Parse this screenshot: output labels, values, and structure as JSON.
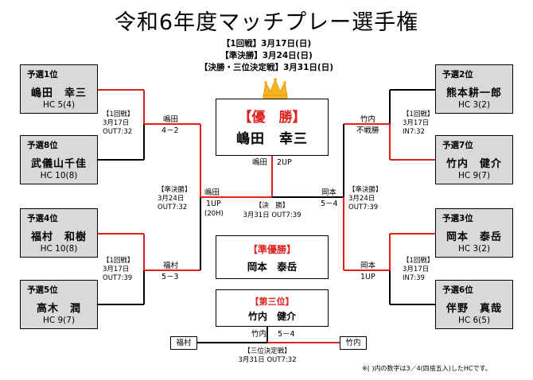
{
  "title": "令和6年度マッチプレー選手権",
  "schedule": [
    "【1回戦】3月17日(日)",
    "【準決勝】3月24日(日)",
    "【決勝・三位決定戦】3月31日(日)"
  ],
  "players": [
    {
      "rank": "予選1位",
      "name": "嶋田　幸三",
      "hc": "HC 5(4)"
    },
    {
      "rank": "予選8位",
      "name": "武儀山千佳",
      "hc": "HC  10(8)"
    },
    {
      "rank": "予選4位",
      "name": "福村　和樹",
      "hc": "HC  10(8)"
    },
    {
      "rank": "予選5位",
      "name": "高木　潤",
      "hc": "HC  9(7)"
    },
    {
      "rank": "予選2位",
      "name": "熊本耕一郎",
      "hc": "HC  3(2)"
    },
    {
      "rank": "予選7位",
      "name": "竹内　健介",
      "hc": "HC  9(7)"
    },
    {
      "rank": "予選3位",
      "name": "岡本　泰岳",
      "hc": "HC  3(2)"
    },
    {
      "rank": "予選6位",
      "name": "伴野　真哉",
      "hc": "HC  6(5)"
    }
  ],
  "r1": [
    {
      "round": "【1回戦】",
      "date": "3月17日",
      "time": "OUT7:32",
      "winner": "嶋田",
      "score": "4－2"
    },
    {
      "round": "【1回戦】",
      "date": "3月17日",
      "time": "OUT7:39",
      "winner": "福村",
      "score": "5－3"
    },
    {
      "round": "【1回戦】",
      "date": "3月17日",
      "time": "IN7:32",
      "winner": "竹内",
      "score": "不戦勝"
    },
    {
      "round": "【1回戦】",
      "date": "3月17日",
      "time": "IN7:39",
      "winner": "岡本",
      "score": "1UP"
    }
  ],
  "semis": [
    {
      "round": "【準決勝】",
      "date": "3月24日",
      "time": "OUT7:32",
      "winner": "嶋田",
      "score": "1UP",
      "extra": "(20H)"
    },
    {
      "round": "【準決勝】",
      "date": "3月24日",
      "time": "OUT7:39",
      "winner": "岡本",
      "score": "5－4",
      "extra": ""
    }
  ],
  "final": {
    "round": "【決　勝】",
    "time": "3月31日  OUT7:39",
    "winner": "嶋田",
    "score": "2UP"
  },
  "champion": {
    "label": "【優　勝】",
    "name": "嶋田　幸三"
  },
  "runner_up": {
    "label": "【準優勝】",
    "name": "岡本　泰岳"
  },
  "third": {
    "label": "【第三位】",
    "name": "竹内　健介"
  },
  "third_match": {
    "round": "【三位決定戦】",
    "time": "3月31日  OUT7:32",
    "left": "福村",
    "right": "竹内",
    "winner": "竹内",
    "score": "5－4"
  },
  "footnote": "※(  )内の数字は3／4(四捨五入)したHCです。",
  "colors": {
    "win_line": "#e0211d",
    "line": "#000000",
    "box_gray": "#d9d9d9",
    "crown": "#f5b523"
  }
}
